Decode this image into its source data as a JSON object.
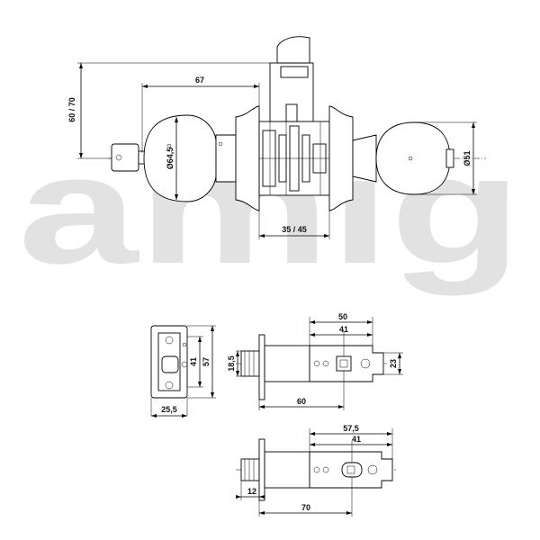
{
  "watermark": {
    "text": "amig"
  },
  "dimensions": {
    "backset_60_70": "60 / 70",
    "length_67": "67",
    "diameter_64_5": "Ø64,5",
    "thickness_35_45": "35 / 45",
    "diameter_51": "Ø51",
    "plate_57": "57",
    "plate_41": "41",
    "plate_25_5": "25,5",
    "latch_50": "50",
    "latch_41_a": "41",
    "latch_18_5": "18,5",
    "latch_23": "23",
    "latch_60": "60",
    "latch_57_5": "57,5",
    "latch_41_b": "41",
    "latch_12": "12",
    "latch_70": "70"
  },
  "colors": {
    "watermark": "#e2e2e2",
    "line": "#000000"
  }
}
